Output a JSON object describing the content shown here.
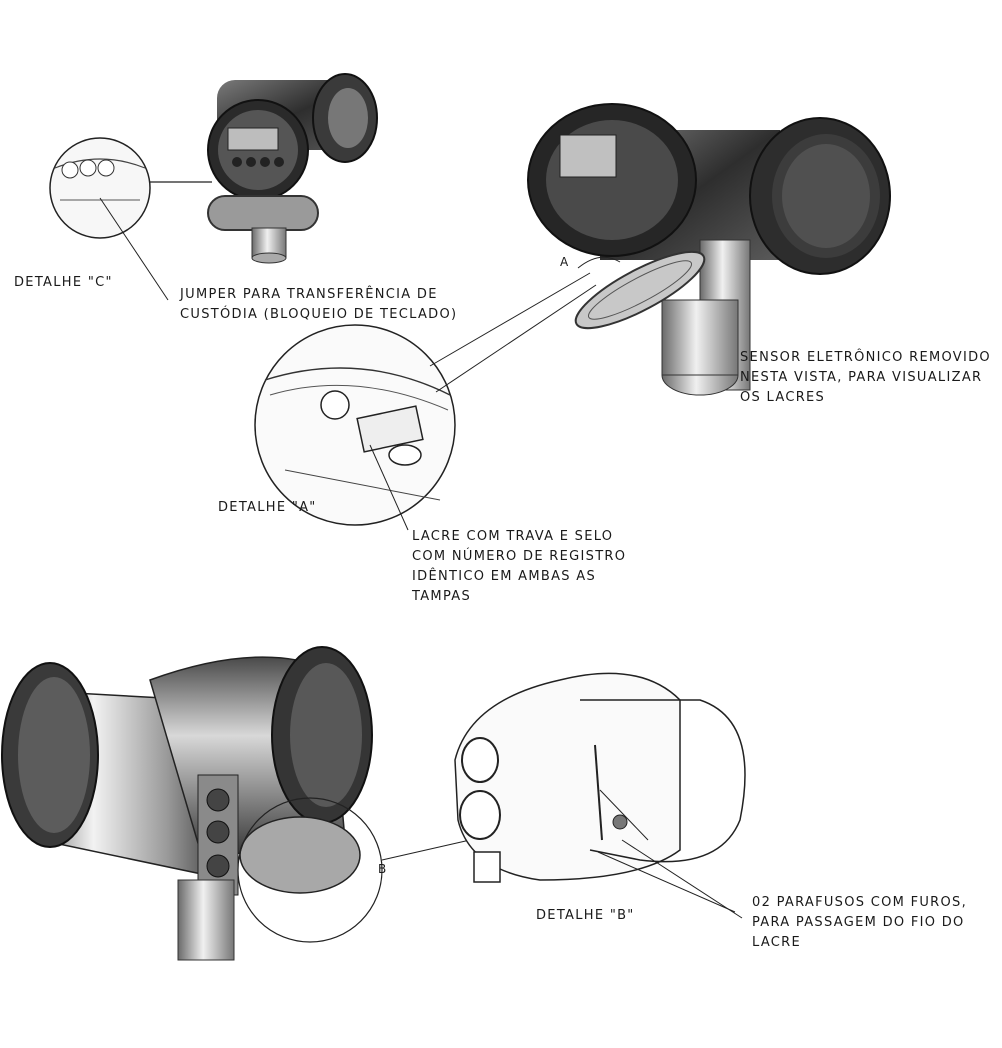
{
  "labels": {
    "detail_c": "DETALHE \"C\"",
    "jumper": [
      "JUMPER PARA TRANSFERÊNCIA DE",
      "CUSTÓDIA (BLOQUEIO DE TECLADO)"
    ],
    "sensor": [
      "SENSOR ELETRÔNICO REMOVIDO",
      "NESTA VISTA, PARA VISUALIZAR",
      "OS LACRES"
    ],
    "detail_a": "DETALHE \"A\"",
    "lacre": [
      "LACRE COM TRAVA E SELO",
      "COM NÚMERO DE REGISTRO",
      "IDÊNTICO EM AMBAS   AS",
      "TAMPAS"
    ],
    "detail_b": "DETALHE \"B\"",
    "parafusos": [
      "02 PARAFUSOS COM FUROS,",
      "PARA PASSAGEM DO FIO DO",
      "LACRE"
    ],
    "letter_a": "A",
    "letter_b": "B"
  }
}
